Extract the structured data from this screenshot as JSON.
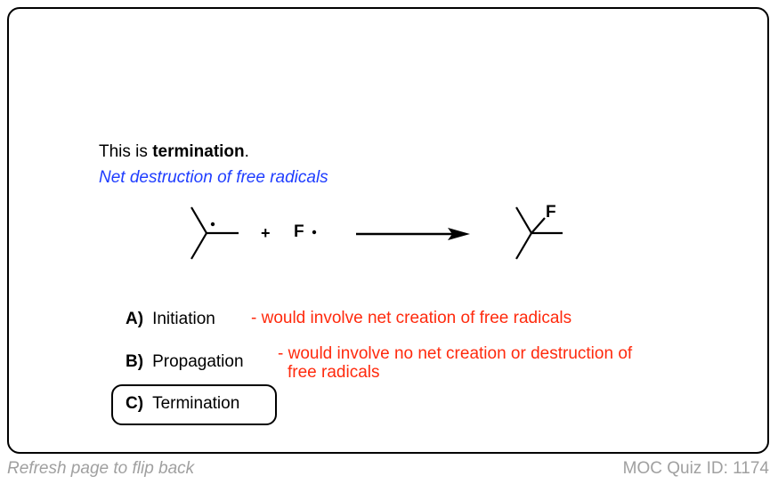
{
  "explanation": {
    "prefix": "This is ",
    "bold": "termination",
    "suffix": ".",
    "subtitle": "Net destruction of free radicals"
  },
  "reaction": {
    "reagent_atom": "F",
    "plus": "+",
    "product_atom": "F"
  },
  "options": [
    {
      "letter": "A)",
      "label": "Initiation",
      "note": "- would involve net creation of free radicals"
    },
    {
      "letter": "B)",
      "label": "Propagation",
      "note_line1": "- would involve no net creation or destruction of",
      "note_line2": "free radicals"
    },
    {
      "letter": "C)",
      "label": "Termination",
      "selected": true
    }
  ],
  "footer": {
    "left": "Refresh page to flip back",
    "right": "MOC Quiz ID: 1174"
  }
}
